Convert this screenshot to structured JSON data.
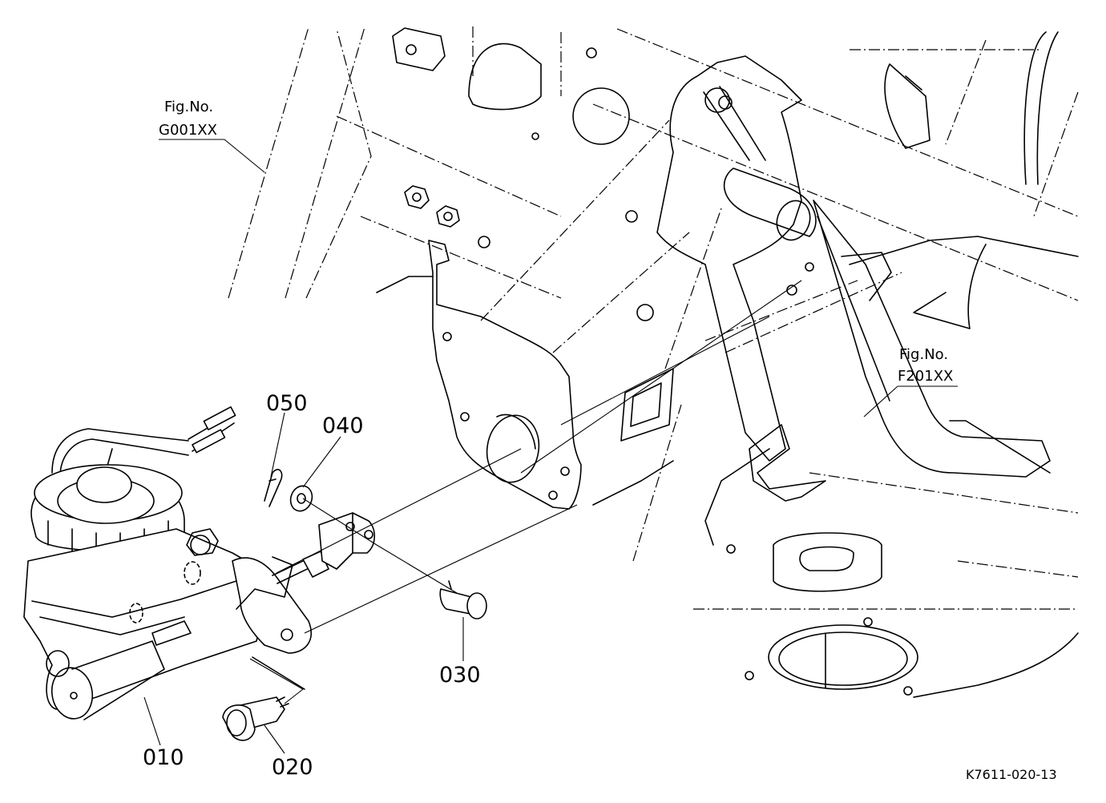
{
  "figure_refs": [
    {
      "line1": "Fig.No.",
      "line2": "G001XX"
    },
    {
      "line1": "Fig.No.",
      "line2": "F201XX"
    }
  ],
  "parts": [
    {
      "id": "010"
    },
    {
      "id": "020"
    },
    {
      "id": "030"
    },
    {
      "id": "040"
    },
    {
      "id": "050"
    }
  ],
  "drawing_code": "K7611-020-13"
}
